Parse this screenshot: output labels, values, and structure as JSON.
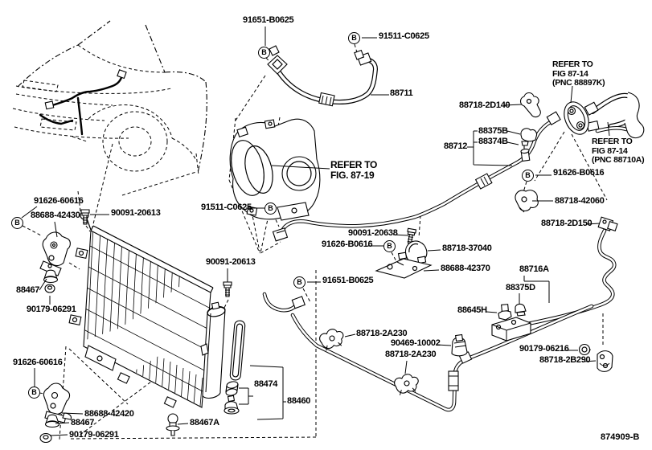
{
  "d": {
    "bolt": "B",
    "footer": "874909-B",
    "labels": [
      "91651-B0625",
      "91511-C0625",
      "88711",
      "88718-2D140",
      "88375B",
      "88374B",
      "88712",
      "91626-B0616",
      "88718-42060",
      "88718-2D150",
      "91511-C0625",
      "91626-60616",
      "88688-42430",
      "90091-20613",
      "90091-20613",
      "90091-20638",
      "91626-B0616",
      "88718-37040",
      "88688-42370",
      "88467",
      "90179-06291",
      "91651-B0625",
      "88716A",
      "88375D",
      "88645H",
      "91626-60616",
      "88688-42420",
      "88467",
      "90179-06291",
      "88467A",
      "88474",
      "88460",
      "88718-2A230",
      "90469-10002",
      "88718-2A230",
      "90179-06216",
      "88718-2B290"
    ],
    "refs": [
      [
        "REFER TO",
        "FIG 87-14",
        "(PNC 88897K)"
      ],
      [
        "REFER TO",
        "FIG. 87-19"
      ],
      [
        "REFER TO",
        "FIG 87-14",
        "(PNC 88710A)"
      ]
    ]
  }
}
